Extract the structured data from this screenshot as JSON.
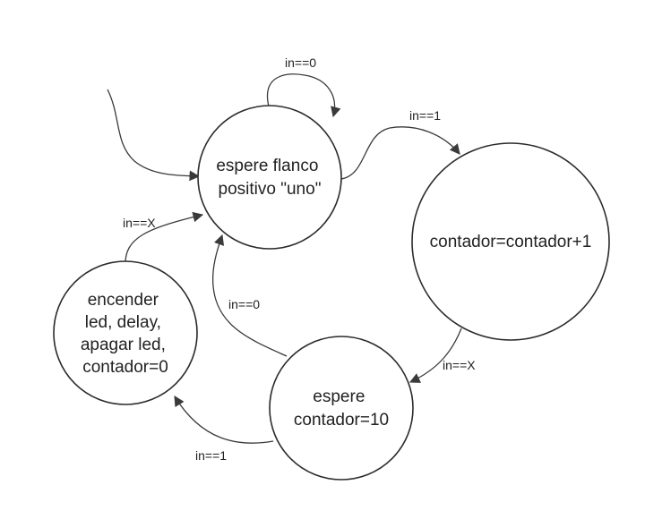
{
  "states": {
    "wait_edge": {
      "line1": "espere flanco",
      "line2": "positivo \"uno\""
    },
    "increment": {
      "line1": "contador=contador+1"
    },
    "wait_count": {
      "line1": "espere",
      "line2": "contador=10"
    },
    "led_action": {
      "line1": "encender",
      "line2": "led, delay,",
      "line3": "apagar led,",
      "line4": "contador=0"
    }
  },
  "transitions": {
    "self_loop": "in==0",
    "to_increment": "in==1",
    "increment_to_wait_count": "in==X",
    "wait_count_back": "in==0",
    "wait_count_to_led": "in==1",
    "led_to_wait_edge": "in==X"
  },
  "colors": {
    "stroke": "#2b2b2b",
    "background": "#ffffff",
    "text": "#222222"
  }
}
